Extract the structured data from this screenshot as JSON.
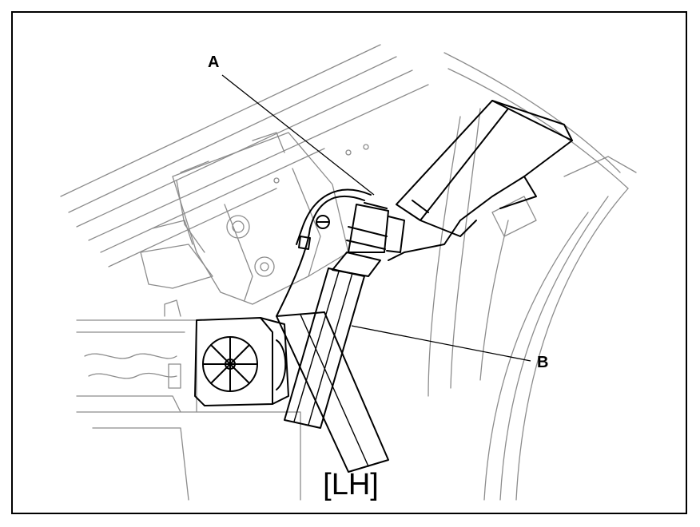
{
  "diagram": {
    "callouts": [
      {
        "id": "A",
        "label": "A"
      },
      {
        "id": "B",
        "label": "B"
      }
    ],
    "caption": "[LH]"
  },
  "colors": {
    "line": "#000000",
    "light_line": "#9a9a9a",
    "background": "#ffffff"
  }
}
